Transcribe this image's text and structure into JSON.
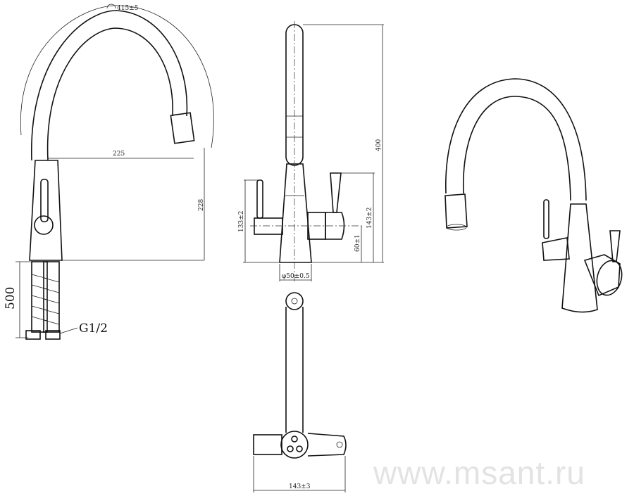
{
  "drawing": {
    "views": [
      "side-view",
      "front-view",
      "top-view",
      "perspective-view"
    ],
    "dimensions": {
      "arc_radius": "415±5",
      "spout_reach": "225",
      "spout_height": "228",
      "hose_length": "500",
      "thread": "G1/2",
      "total_height": "400",
      "left_handle_height": "133±2",
      "right_handle_height": "143±2",
      "handle_axis_height": "60±1",
      "base_diameter": "φ50±0.5",
      "top_width": "143±3"
    },
    "watermark": "www.msant.ru"
  }
}
